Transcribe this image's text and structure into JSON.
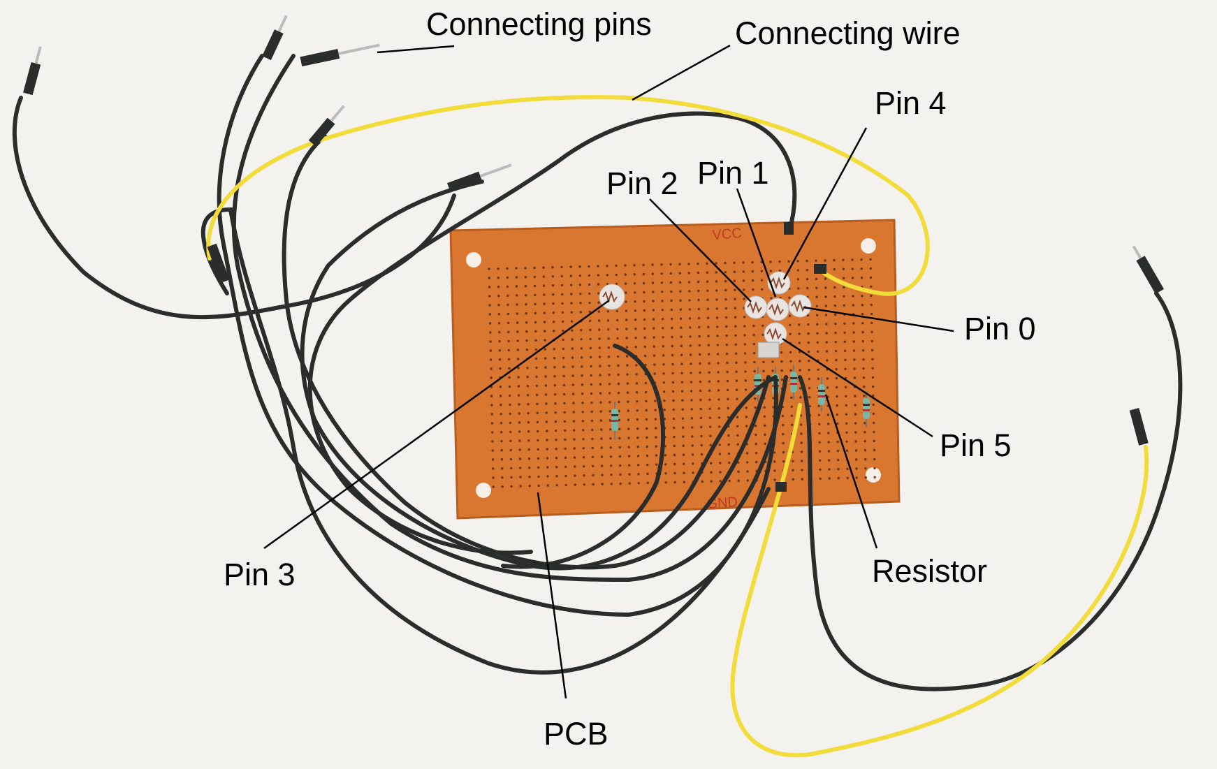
{
  "figure": {
    "labels": {
      "connecting_pins": "Connecting pins",
      "connecting_wire": "Connecting wire",
      "pin_4": "Pin 4",
      "pin_1": "Pin 1",
      "pin_2": "Pin 2",
      "pin_0": "Pin 0",
      "pin_5": "Pin 5",
      "pin_3": "Pin 3",
      "resistor": "Resistor",
      "pcb": "PCB"
    },
    "board_marks": {
      "vcc": "VCC",
      "gnd": "GND"
    }
  },
  "colors": {
    "background": "#f3f2ef",
    "pcb": "#d9762f",
    "pcb_edge": "#b85d1f",
    "black_wire": "#2b2d2c",
    "yellow_wire": "#f2dc3a",
    "ldr_face": "#e9e4df",
    "ldr_track": "#8a4a32",
    "resistor_body": "#78b7a3",
    "label_text": "#000000",
    "leader_line": "#000000"
  },
  "icons": {
    "sensor": "ldr-sensor",
    "resistor": "resistor",
    "pin": "jumper-pin"
  }
}
